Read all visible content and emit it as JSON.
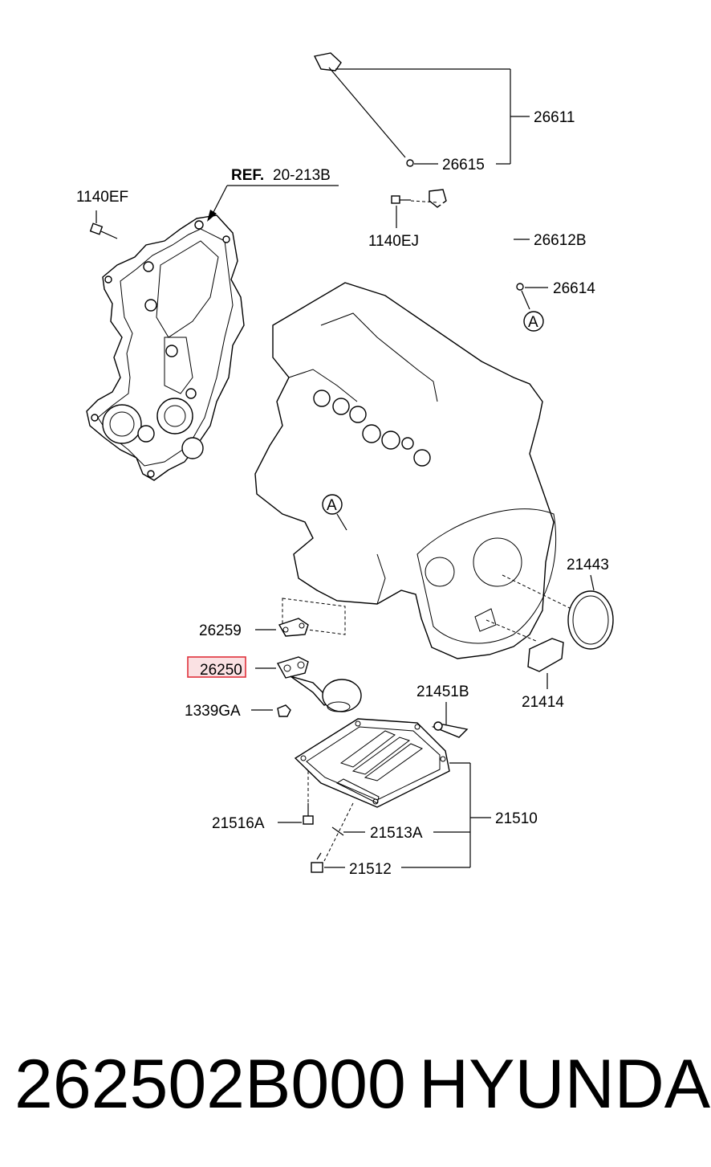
{
  "reference": {
    "prefix": "REF.",
    "code": "20-213B"
  },
  "labels": {
    "p26611": "26611",
    "p26615": "26615",
    "p1140EF": "1140EF",
    "p1140EJ": "1140EJ",
    "p26612B": "26612B",
    "p26614": "26614",
    "p21443": "21443",
    "p26259": "26259",
    "p26250": "26250",
    "p21414": "21414",
    "p21451B": "21451B",
    "p1339GA": "1339GA",
    "p21510": "21510",
    "p21516A": "21516A",
    "p21513A": "21513A",
    "p21512": "21512"
  },
  "markers": {
    "a_top": "A",
    "a_engine": "A"
  },
  "highlight": {
    "part": "26250",
    "color": "#e0303a",
    "fill": "#f6c9cc"
  },
  "footer": {
    "part_number": "262502B000",
    "brand": "HYUNDAI"
  }
}
